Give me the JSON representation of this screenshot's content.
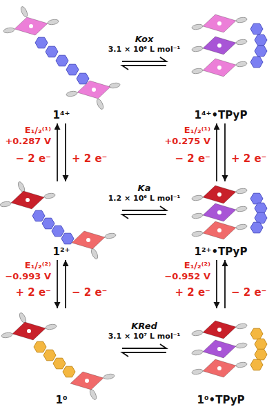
{
  "diagram": {
    "nodes": [
      {
        "text": [
          "1⁴⁺"
        ]
      },
      {
        "text": [
          "1⁴⁺•TPyP"
        ]
      },
      {
        "text": [
          "1²⁺"
        ]
      },
      {
        "text": [
          "1²⁺•TPyP"
        ]
      },
      {
        "text": [
          "1⁰"
        ]
      },
      {
        "text": [
          "1⁰•TPyP"
        ]
      }
    ],
    "edges": [
      {
        "from": 0,
        "to": 1,
        "arrow": "both",
        "label": "3.1 × 10⁶ L mol⁻¹"
      },
      {
        "from": 2,
        "to": 0,
        "arrow": "to",
        "label": "− 2 e⁻"
      },
      {
        "from": 0,
        "to": 2,
        "arrow": "to",
        "label": "+ 2 e⁻"
      },
      {
        "from": 3,
        "to": 1,
        "arrow": "to",
        "label": "− 2 e⁻"
      },
      {
        "from": 1,
        "to": 3,
        "arrow": "to",
        "label": "+ 2 e⁻"
      },
      {
        "from": 2,
        "to": 3,
        "arrow": "both",
        "label": "1.2 × 10⁶ L mol⁻¹"
      },
      {
        "from": 2,
        "to": 4,
        "arrow": "to",
        "label": "+ 2 e⁻"
      },
      {
        "from": 4,
        "to": 2,
        "arrow": "to",
        "label": "− 2 e⁻"
      },
      {
        "from": 3,
        "to": 5,
        "arrow": "to",
        "label": "+ 2 e⁻"
      },
      {
        "from": 5,
        "to": 3,
        "arrow": "to",
        "label": "− 2 e⁻"
      },
      {
        "from": 4,
        "to": 5,
        "arrow": "both",
        "label": "3.1 × 10⁷ L mol⁻¹"
      }
    ],
    "labels": [
      "Kox",
      "E₁/₂⁽¹⁾",
      "+0.287 V",
      "E₁/₂⁽¹⁾",
      "+0.275 V",
      "Ka",
      "E₁/₂⁽²⁾",
      "−0.993 V",
      "E₁/₂⁽²⁾",
      "−0.952 V",
      "KRed"
    ]
  }
}
